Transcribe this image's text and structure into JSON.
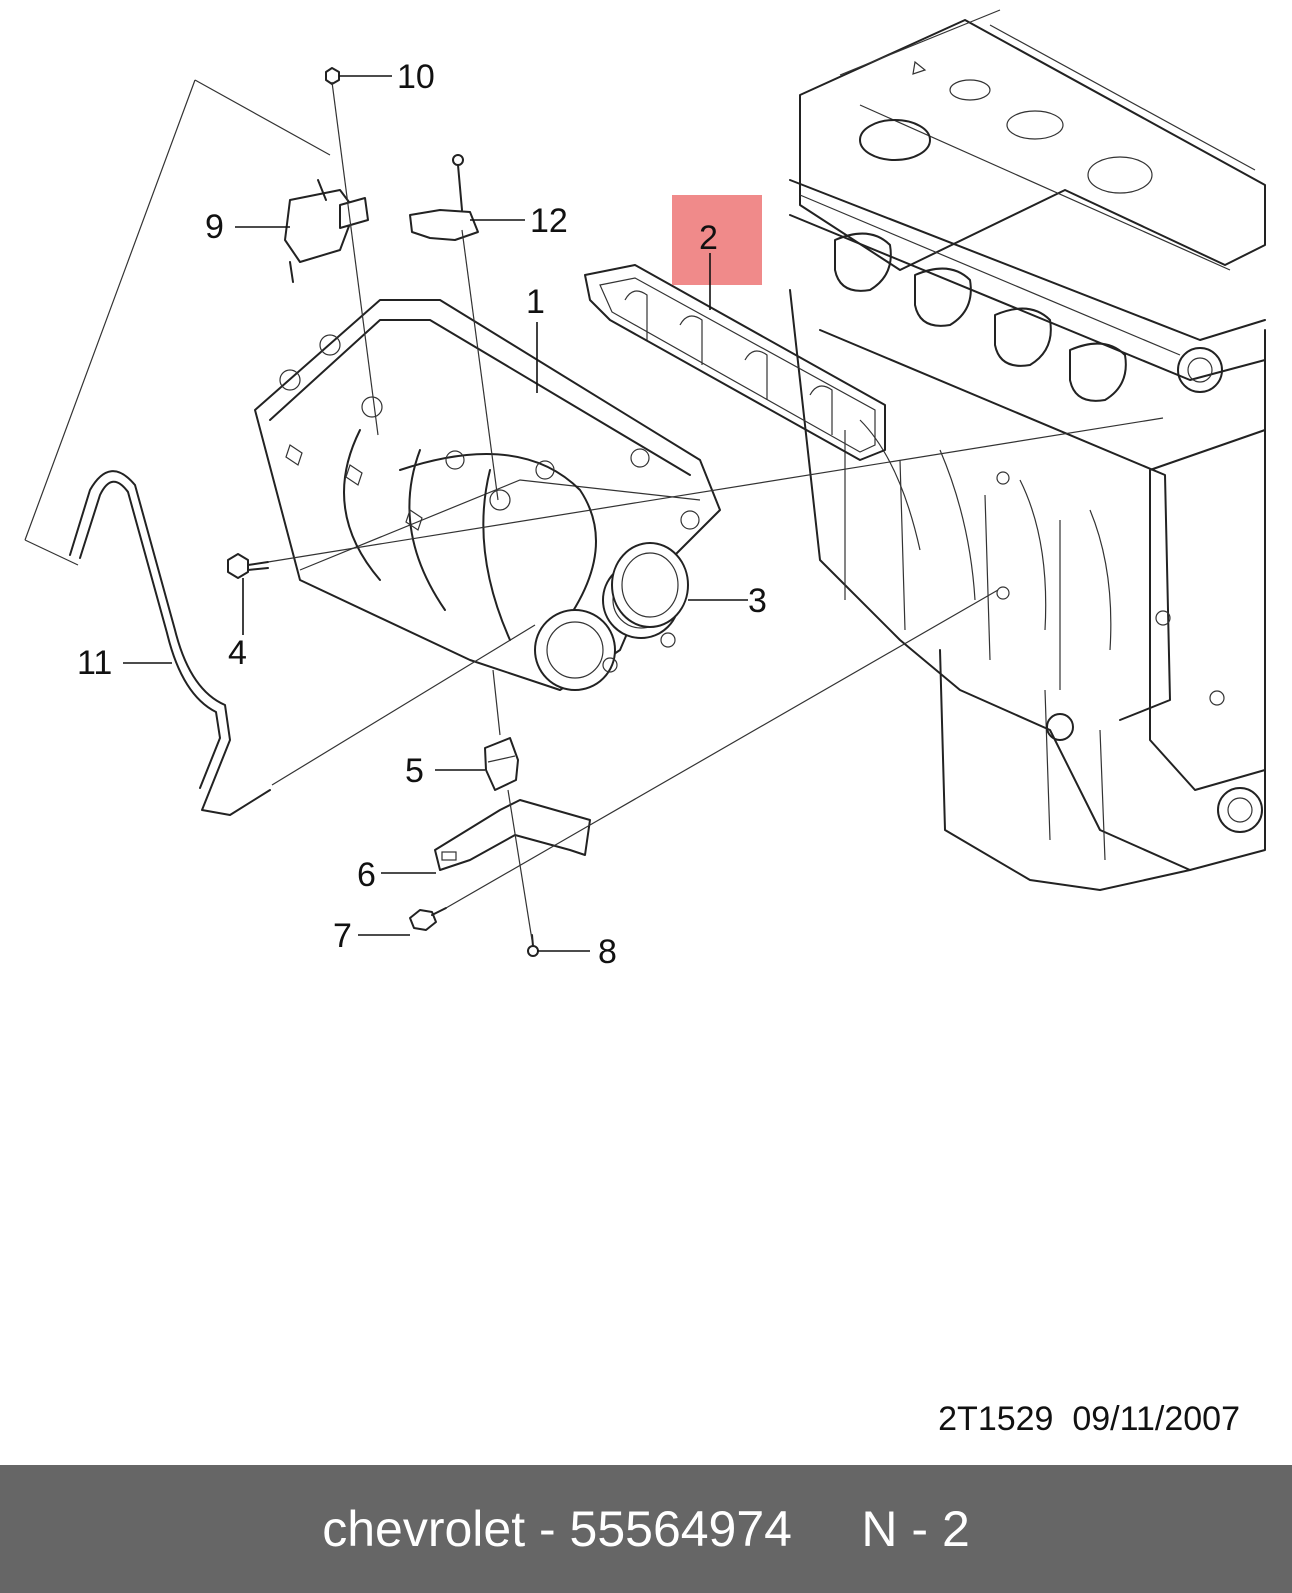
{
  "diagram": {
    "callouts": [
      {
        "id": "c1",
        "label": "1"
      },
      {
        "id": "c2",
        "label": "2"
      },
      {
        "id": "c3",
        "label": "3"
      },
      {
        "id": "c4",
        "label": "4"
      },
      {
        "id": "c5",
        "label": "5"
      },
      {
        "id": "c6",
        "label": "6"
      },
      {
        "id": "c7",
        "label": "7"
      },
      {
        "id": "c8",
        "label": "8"
      },
      {
        "id": "c9",
        "label": "9"
      },
      {
        "id": "c10",
        "label": "10"
      },
      {
        "id": "c11",
        "label": "11"
      },
      {
        "id": "c12",
        "label": "12"
      }
    ],
    "highlight_color": "#f08a8a",
    "drawing_ref": "2T1529  09/11/2007"
  },
  "caption": {
    "text": "chevrolet - 55564974     N - 2",
    "background": "#666666"
  }
}
